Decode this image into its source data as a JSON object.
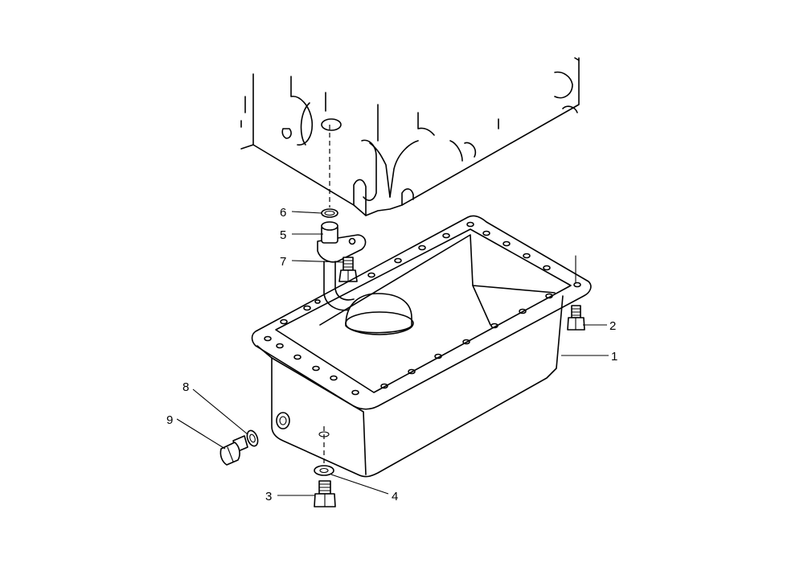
{
  "callouts": [
    {
      "id": "1",
      "label": "1",
      "part": "oil-pan"
    },
    {
      "id": "2",
      "label": "2",
      "part": "pan-bolt"
    },
    {
      "id": "3",
      "label": "3",
      "part": "drain-plug-bottom"
    },
    {
      "id": "4",
      "label": "4",
      "part": "drain-washer-bottom"
    },
    {
      "id": "5",
      "label": "5",
      "part": "strainer-pipe-flange"
    },
    {
      "id": "6",
      "label": "6",
      "part": "o-ring"
    },
    {
      "id": "7",
      "label": "7",
      "part": "flange-bolt"
    },
    {
      "id": "8",
      "label": "8",
      "part": "side-washer"
    },
    {
      "id": "9",
      "label": "9",
      "part": "side-drain-plug"
    }
  ]
}
